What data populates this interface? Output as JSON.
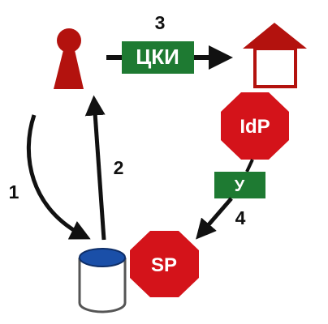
{
  "step_numbers": {
    "step1": "1",
    "step2": "2",
    "step3": "3",
    "step4": "4"
  },
  "labels": {
    "ck_box": "ЦКИ",
    "u_box": "У",
    "idp": "IdP",
    "sp": "SP"
  },
  "icons": {
    "user": "user-icon",
    "house": "house-icon",
    "database": "database-icon"
  },
  "colors": {
    "green_box": "#1e7a32",
    "red_octagon": "#d4131a",
    "user_red": "#b3120e",
    "house_roof": "#b3120e",
    "database_lid": "#1a4fa8",
    "arrow": "#111111",
    "label_text": "#ffffff",
    "number_text": "#111111"
  }
}
